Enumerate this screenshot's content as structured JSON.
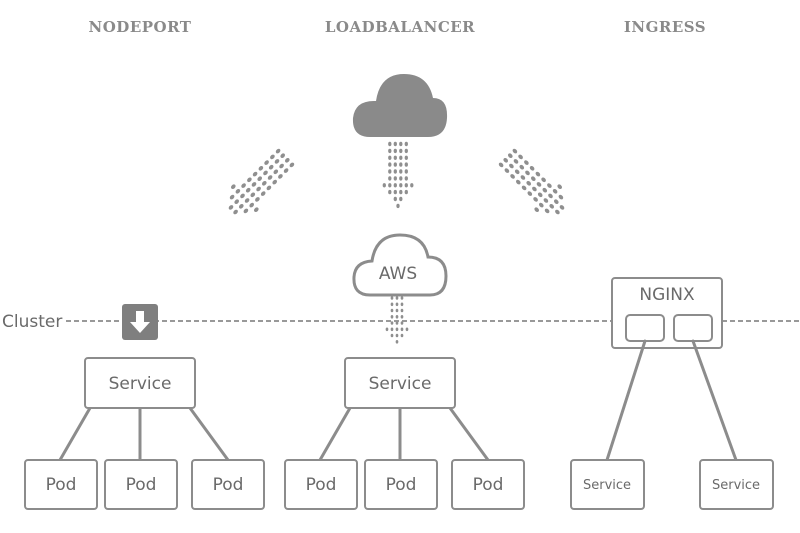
{
  "headers": {
    "nodeport": "NODEPORT",
    "loadbalancer": "LOADBALANCER",
    "ingress": "INGRESS"
  },
  "cluster_label": "Cluster",
  "aws_label": "AWS",
  "nginx_label": "NGINX",
  "service_label": "Service",
  "pod_label": "Pod",
  "ingress_service_label": "Service",
  "colors": {
    "stroke": "#8c8c8c",
    "text": "#6a6a6a",
    "header": "#8a8a8a",
    "cloud": "#8a8a8a"
  },
  "icons": [
    "cloud-icon",
    "aws-cloud-icon",
    "download-arrow-icon",
    "dotted-arrow-icon"
  ]
}
